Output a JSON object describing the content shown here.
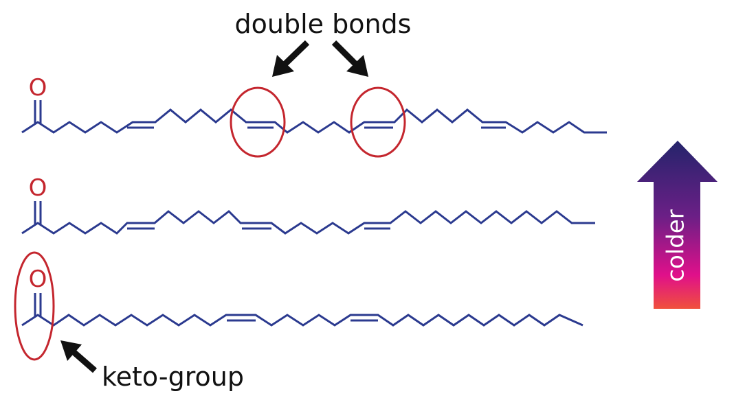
{
  "labels": {
    "double_bonds": "double bonds",
    "keto_group": "keto-group",
    "colder": "colder",
    "oxygen": "O"
  },
  "colors": {
    "chain": "#2b3a8f",
    "highlight": "#c4262e",
    "annotation": "#111111",
    "gradient_top": "#24246b",
    "gradient_mid": "#e0108a",
    "gradient_bottom": "#f0503c"
  },
  "molecules": [
    {
      "name": "molecule-top",
      "carbons": 37,
      "double_bonds_after_carbon": [
        8,
        17,
        24,
        32
      ]
    },
    {
      "name": "molecule-middle",
      "carbons": 37,
      "double_bonds_after_carbon": [
        8,
        17,
        25
      ]
    },
    {
      "name": "molecule-bottom",
      "carbons": 37,
      "double_bonds_after_carbon": [
        16,
        25
      ]
    }
  ]
}
